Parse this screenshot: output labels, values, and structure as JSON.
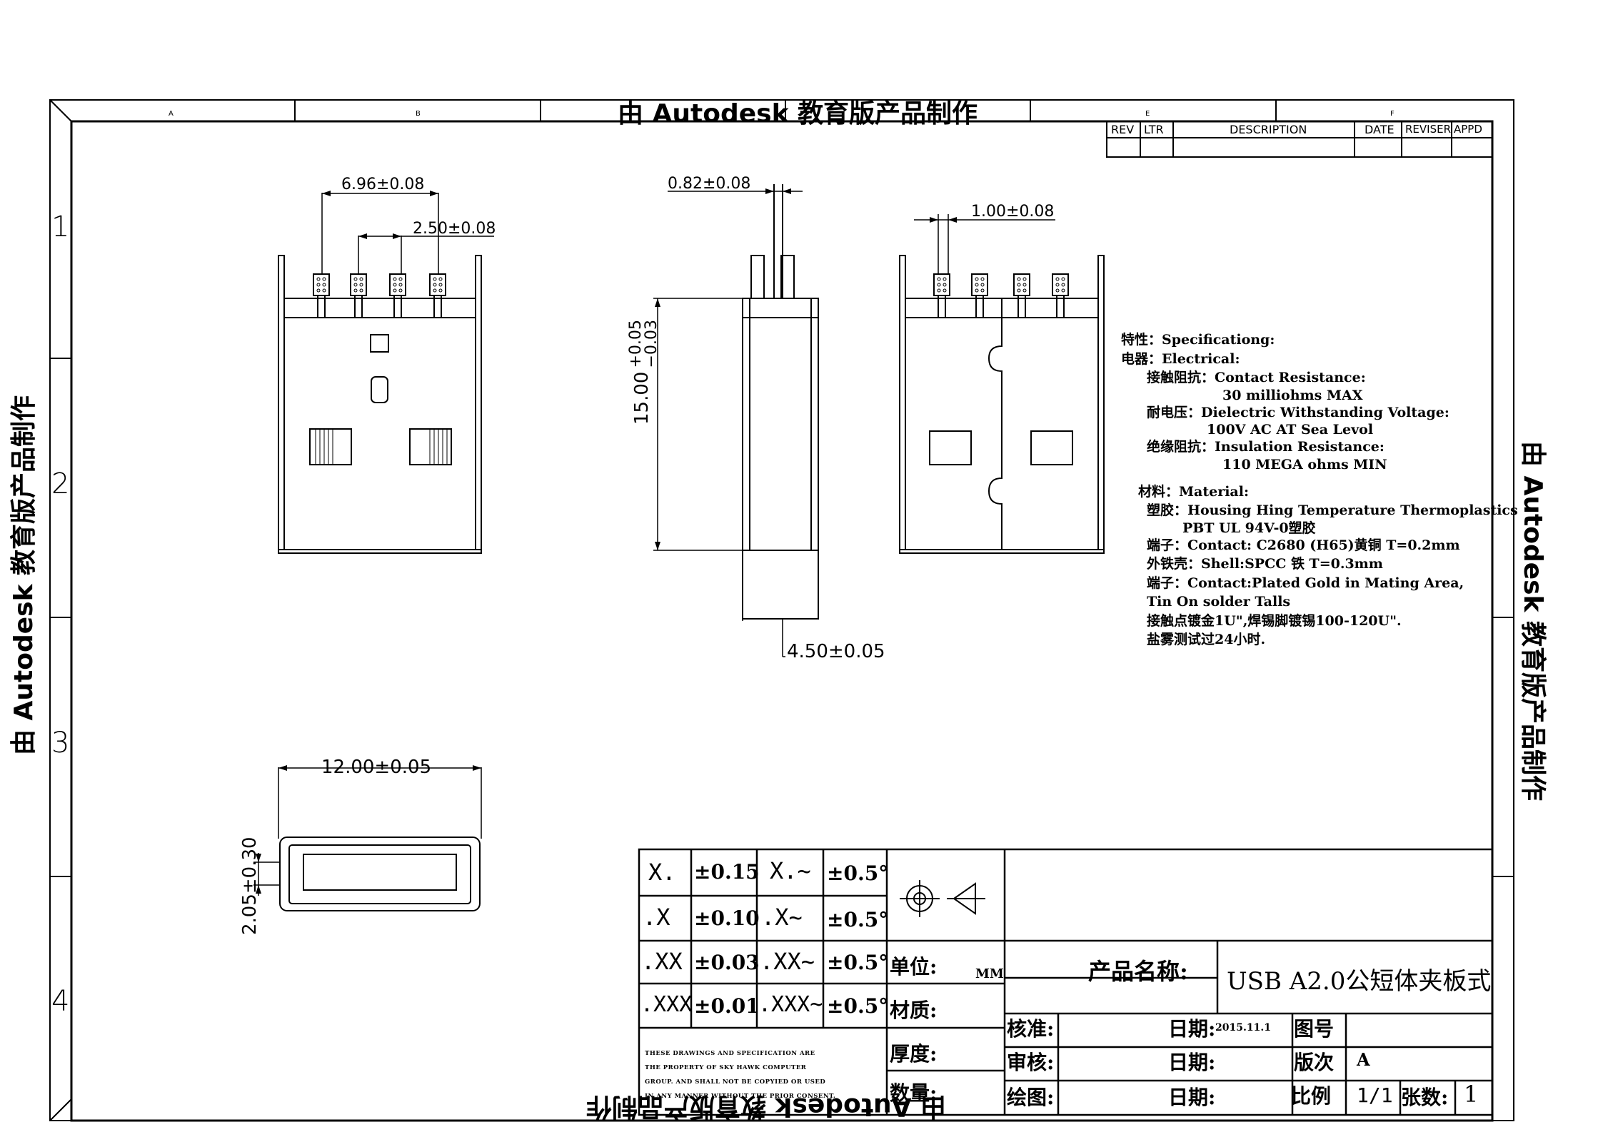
{
  "watermark": "由 Autodesk 教育版产品制作",
  "border": {
    "col_letters": [
      "A",
      "B",
      "E",
      "F"
    ],
    "row_numbers": [
      "1",
      "2",
      "3",
      "4"
    ]
  },
  "revision_table": {
    "headers": [
      "REV",
      "LTR",
      "DESCRIPTION",
      "DATE",
      "REVISER",
      "APPD"
    ]
  },
  "dimensions": {
    "front_pitch_outer": "6.96±0.08",
    "front_pitch_inner": "2.50±0.08",
    "side_pin": "0.82±0.08",
    "side_length": "15.00",
    "side_length_plus": "+0.05",
    "side_length_minus": "−0.03",
    "side_width": "4.50±0.05",
    "back_pin": "1.00±0.08",
    "end_width": "12.00±0.05",
    "end_height": "2.05±0.30"
  },
  "spec_lines": [
    "特性：Specificationg:",
    "电器：Electrical:",
    "接触阻抗：Contact Resistance:",
    "30 milliohms MAX",
    "耐电压：Dielectric Withstanding Voltage:",
    "100V AC AT Sea Levol",
    "绝缘阻抗：Insulation Resistance:",
    "110 MEGA ohms MIN",
    "材料：Material:",
    "塑胶：Housing Hing Temperature Thermoplastics",
    "PBT UL 94V-0塑胶",
    "端子：Contact: C2680 (H65)黄铜 T=0.2mm",
    "外铁壳：Shell:SPCC 铁 T=0.3mm",
    "端子：Contact:Plated Gold in Mating Area,",
    "Tin On solder Talls",
    "接触点镀金1U\",焊锡脚镀锡100-120U\".",
    "盐雾测试过24小时."
  ],
  "tolerances": [
    {
      "a": "X.",
      "b": "±0.15",
      "c": "X.~",
      "d": "±0.5°"
    },
    {
      "a": ".X",
      "b": "±0.10",
      "c": ".X~",
      "d": "±0.5°"
    },
    {
      "a": ".XX",
      "b": "±0.03",
      "c": ".XX~",
      "d": "±0.5°"
    },
    {
      "a": ".XXX",
      "b": "±0.01",
      "c": ".XXX~",
      "d": "±0.5°"
    }
  ],
  "notice_lines": [
    "THESE DRAWINGS AND SPECIFICATION ARE",
    "THE PROPERTY OF SKY HAWK COMPUTER",
    "GROUP. AND SHALL NOT BE COPYIED OR USED",
    "IN ANY MANNER WITHOUT THE PRIOR CONSENT."
  ],
  "title_block": {
    "unit_label": "单位:",
    "unit_value": "MM",
    "material_label": "材质:",
    "thickness_label": "厚度:",
    "quantity_label": "数量:",
    "product_name_label": "产品名称:",
    "product_name": "USB A2.0公短体夹板式",
    "approve_label": "核准:",
    "review_label": "审核:",
    "draw_label": "绘图:",
    "date_label": "日期:",
    "date_value": "2015.11.1",
    "drawing_no_label": "图号",
    "version_label": "版次",
    "version_value": "A",
    "scale_label": "比例",
    "scale_value": "1/1",
    "sheets_label": "张数:",
    "sheets_value": "1"
  }
}
